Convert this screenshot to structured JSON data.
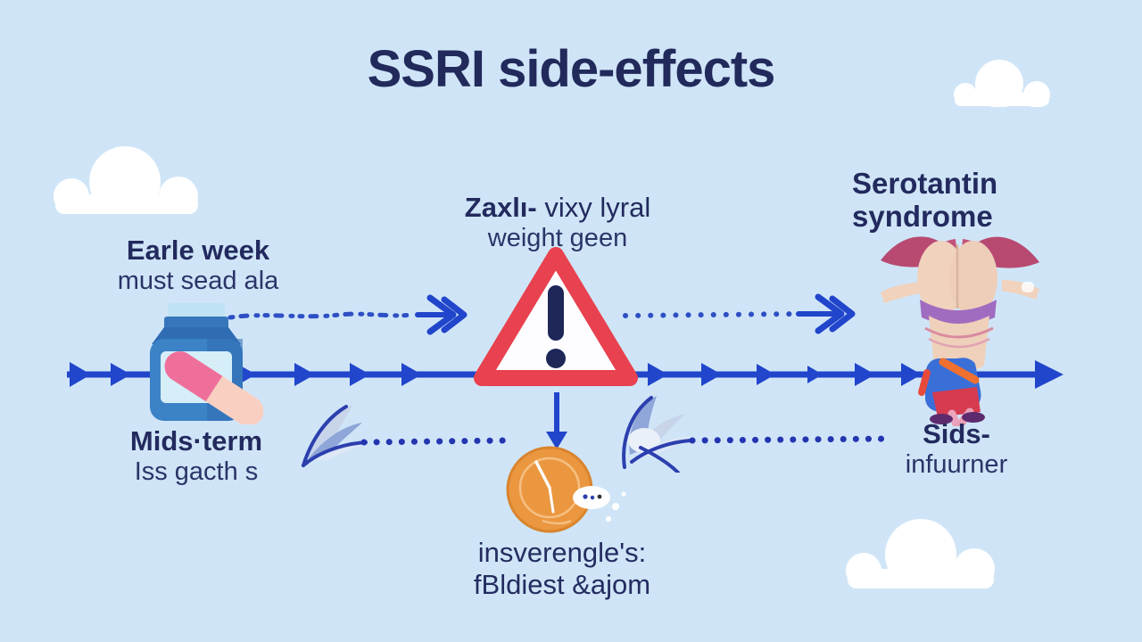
{
  "title": "SSRI side-effects",
  "colors": {
    "background": "#cfe5f7",
    "navy_text": "#232a5e",
    "arrow_blue": "#2145cb",
    "triangle_red": "#e8414f",
    "clock_orange": "#eb9740",
    "bottle_blue": "#3b82c6",
    "capsule_pink": "#ef6f9b",
    "capsule_peach": "#f8cfc0",
    "wing_magenta": "#b84a72",
    "cloud_white": "#ffffff"
  },
  "nodes": {
    "early": {
      "heading": "Earle week",
      "subtext": "must sead ala"
    },
    "mid": {
      "heading": "Mids·term",
      "subtext": "Iss gacth s"
    },
    "weight": {
      "heading_bold": "Zaxlı-",
      "heading_rest": " vixy lyral",
      "subtext": "weight geen"
    },
    "serotonin": {
      "heading_line1": "Serotantin",
      "heading_line2": "syndrome"
    },
    "sids": {
      "heading": "Sids-",
      "subtext": "infuurner"
    },
    "insomnia": {
      "line1": "insverengle's:",
      "line2": "fBldiest &ajom"
    }
  },
  "icons": {
    "pill_bottle": "pill-bottle-icon",
    "warning_triangle": "warning-triangle-icon",
    "clock": "clock-icon",
    "figure": "person-figure-illustration",
    "clouds": "cloud-icon",
    "timeline": "timeline-arrow",
    "feather": "feather-fletching-icon"
  }
}
